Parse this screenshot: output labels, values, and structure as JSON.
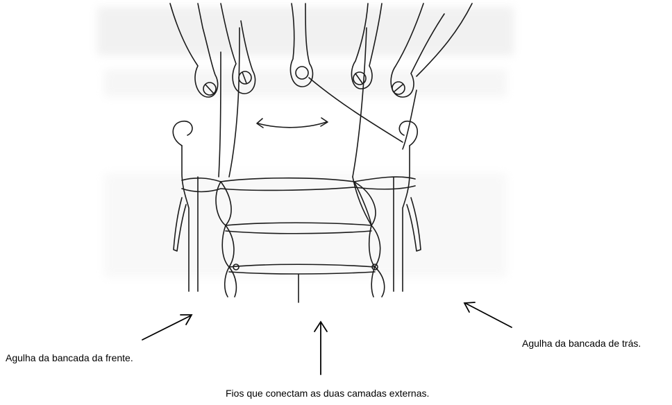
{
  "labels": {
    "front_needle": "Agulha da bancada da frente.",
    "back_needle": "Agulha da bancada de trás.",
    "connecting_threads": "Fios que conectam as duas camadas externas."
  },
  "colors": {
    "ink": "#1a1a1a",
    "photocopy_shadow": "#c9c9c9"
  }
}
